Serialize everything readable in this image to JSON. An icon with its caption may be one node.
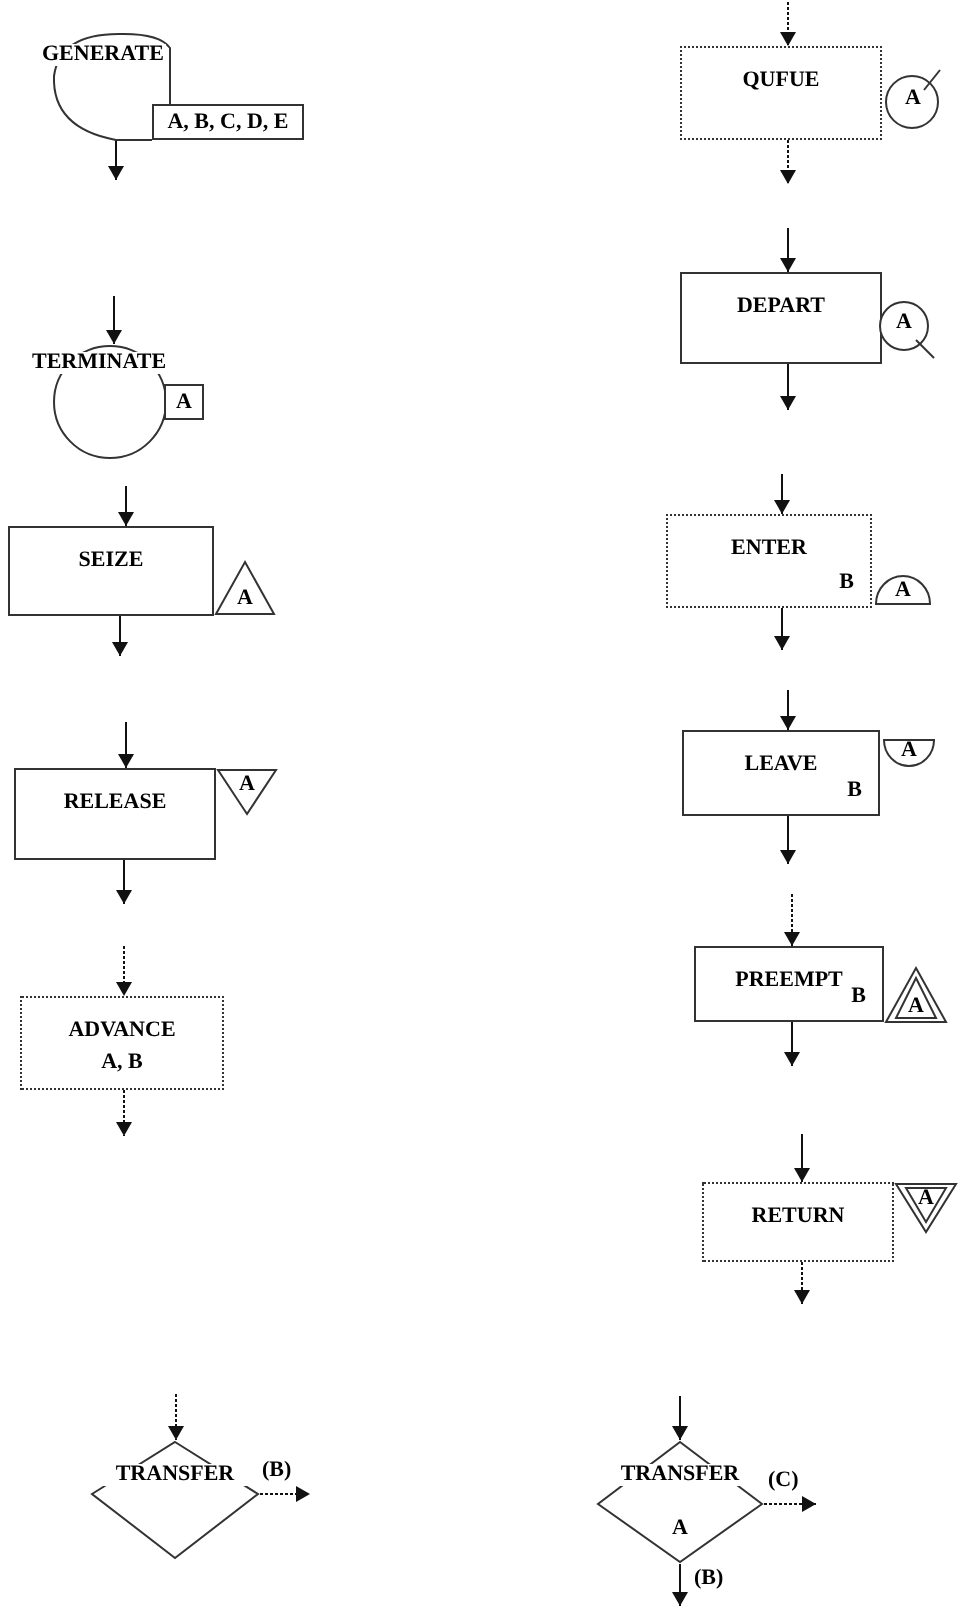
{
  "diagram": {
    "nodes": [
      {
        "text": [
          "GENERATE"
        ]
      },
      {
        "text": [
          "A, B, C, D, E"
        ]
      },
      {
        "text": [
          "TERMINATE"
        ]
      },
      {
        "text": [
          "A"
        ]
      },
      {
        "text": [
          "SEIZE"
        ]
      },
      {
        "text": [
          "A"
        ]
      },
      {
        "text": [
          "RELEASE"
        ]
      },
      {
        "text": [
          "A"
        ]
      },
      {
        "text": [
          "ADVANCE",
          "A, B"
        ]
      },
      {
        "text": [
          "TRANSFER"
        ]
      },
      {
        "text": [
          "QUFUE"
        ]
      },
      {
        "text": [
          "A"
        ]
      },
      {
        "text": [
          "DEPART"
        ]
      },
      {
        "text": [
          "A"
        ]
      },
      {
        "text": [
          "ENTER",
          "B"
        ]
      },
      {
        "text": [
          "A"
        ]
      },
      {
        "text": [
          "LEAVE",
          "B"
        ]
      },
      {
        "text": [
          "A"
        ]
      },
      {
        "text": [
          "PREEMPT",
          "B"
        ]
      },
      {
        "text": [
          "A"
        ]
      },
      {
        "text": [
          "RETURN"
        ]
      },
      {
        "text": [
          "A"
        ]
      },
      {
        "text": [
          "TRANSFER",
          "A"
        ]
      }
    ],
    "edges": [
      {
        "from": 0,
        "to": null,
        "arrow": "to"
      },
      {
        "from": null,
        "to": 2,
        "arrow": "to"
      },
      {
        "from": null,
        "to": 4,
        "arrow": "to"
      },
      {
        "from": 4,
        "to": null,
        "arrow": "to"
      },
      {
        "from": null,
        "to": 6,
        "arrow": "to"
      },
      {
        "from": 6,
        "to": null,
        "arrow": "to"
      },
      {
        "from": null,
        "to": 8,
        "arrow": "to",
        "style": "dashed"
      },
      {
        "from": 8,
        "to": null,
        "arrow": "to",
        "style": "dashed"
      },
      {
        "from": null,
        "to": 9,
        "arrow": "to",
        "style": "dashed"
      },
      {
        "from": 9,
        "to": null,
        "arrow": "to",
        "style": "dashed",
        "label": "(B)"
      },
      {
        "from": null,
        "to": 10,
        "arrow": "to",
        "style": "dashed"
      },
      {
        "from": 10,
        "to": null,
        "arrow": "to",
        "style": "dashed"
      },
      {
        "from": null,
        "to": 12,
        "arrow": "to"
      },
      {
        "from": 12,
        "to": null,
        "arrow": "to"
      },
      {
        "from": null,
        "to": 14,
        "arrow": "to"
      },
      {
        "from": 14,
        "to": null,
        "arrow": "to"
      },
      {
        "from": null,
        "to": 16,
        "arrow": "to"
      },
      {
        "from": 16,
        "to": null,
        "arrow": "to"
      },
      {
        "from": null,
        "to": 18,
        "arrow": "to",
        "style": "dashed"
      },
      {
        "from": 18,
        "to": null,
        "arrow": "to"
      },
      {
        "from": null,
        "to": 20,
        "arrow": "to"
      },
      {
        "from": 20,
        "to": null,
        "arrow": "to",
        "style": "dashed"
      },
      {
        "from": null,
        "to": 22,
        "arrow": "to"
      },
      {
        "from": 22,
        "to": null,
        "arrow": "to",
        "style": "dashed",
        "label": "(C)"
      },
      {
        "from": 22,
        "to": null,
        "arrow": "to",
        "label": "(B)"
      }
    ]
  }
}
